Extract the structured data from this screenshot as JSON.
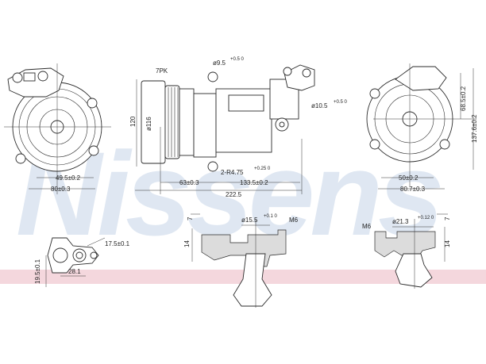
{
  "watermark": {
    "brand": "Nissens"
  },
  "front_view": {
    "dim_bore": "49.5±0.2",
    "dim_width": "80±0.3"
  },
  "side_view": {
    "belt": "7PK",
    "dim_height": "120",
    "dim_pulley": "ø116",
    "dim_hole_top": "ø9.5",
    "dim_hole_top_tol": "+0.5\n0",
    "dim_hole_right": "ø10.5",
    "dim_hole_right_tol": "+0.5\n0",
    "dim_thread": "2-R4.75",
    "dim_thread_tol": "+0.25\n0",
    "dim_63": "63±0.3",
    "dim_133": "133.5±0.2",
    "dim_total": "222.5"
  },
  "rear_view": {
    "dim_68": "68.5±0.2",
    "dim_137": "137.6±0.2",
    "dim_50": "50±0.2",
    "dim_80_7": "80.7±0.3"
  },
  "port_view": {
    "dim_17": "17.5±0.1",
    "dim_19": "19.5±0.1",
    "dim_28": "28.1"
  },
  "section_left": {
    "dim_15": "ø15.5",
    "dim_15_tol": "+0.1\n0",
    "thread": "M6",
    "dim_7": "7",
    "dim_14": "14"
  },
  "section_right": {
    "dim_21": "ø21.3",
    "dim_21_tol": "+0.12\n0",
    "thread": "M6",
    "dim_7": "7",
    "dim_14": "14"
  }
}
